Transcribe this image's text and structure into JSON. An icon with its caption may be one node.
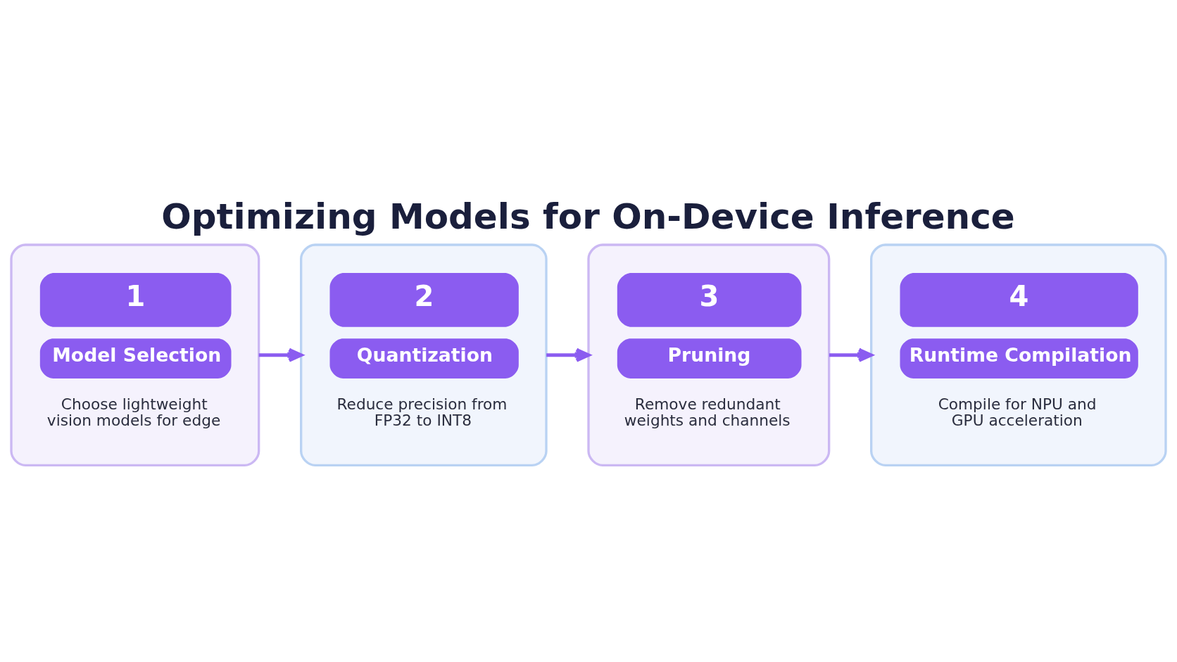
{
  "diagram": {
    "title": "Optimizing Models for On-Device Inference",
    "nodes": [
      {
        "text": [
          "1",
          "Model Selection",
          "Choose lightweight vision models for edge"
        ]
      },
      {
        "text": [
          "2",
          "Quantization",
          "Reduce precision from FP32 to INT8"
        ]
      },
      {
        "text": [
          "3",
          "Pruning",
          "Remove redundant weights and channels"
        ]
      },
      {
        "text": [
          "4",
          "Runtime Compilation",
          "Compile for NPU and GPU acceleration"
        ]
      }
    ],
    "edges": [
      {
        "from": 0,
        "to": 1,
        "arrow": "to"
      },
      {
        "from": 1,
        "to": 2,
        "arrow": "to"
      },
      {
        "from": 2,
        "to": 3,
        "arrow": "to"
      }
    ]
  }
}
